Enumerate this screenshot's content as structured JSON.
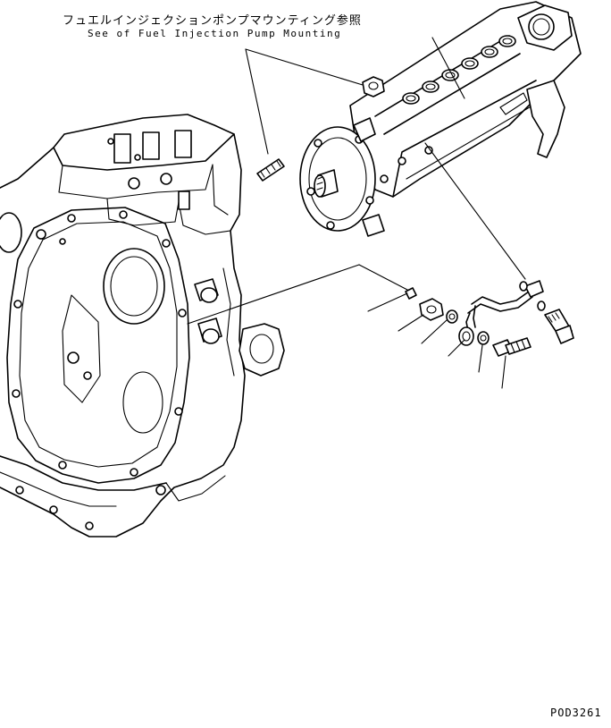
{
  "reference_note": {
    "japanese": "フュエルインジェクションポンプマウンティング参照",
    "english": "See of Fuel Injection Pump Mounting"
  },
  "figure_code": "POD3261",
  "icons": [
    "engine-block",
    "fuel-injection-pump",
    "gasket",
    "fuel-pipe",
    "banjo-bolt",
    "washer",
    "bolt",
    "nut",
    "stud",
    "connector",
    "plug"
  ]
}
